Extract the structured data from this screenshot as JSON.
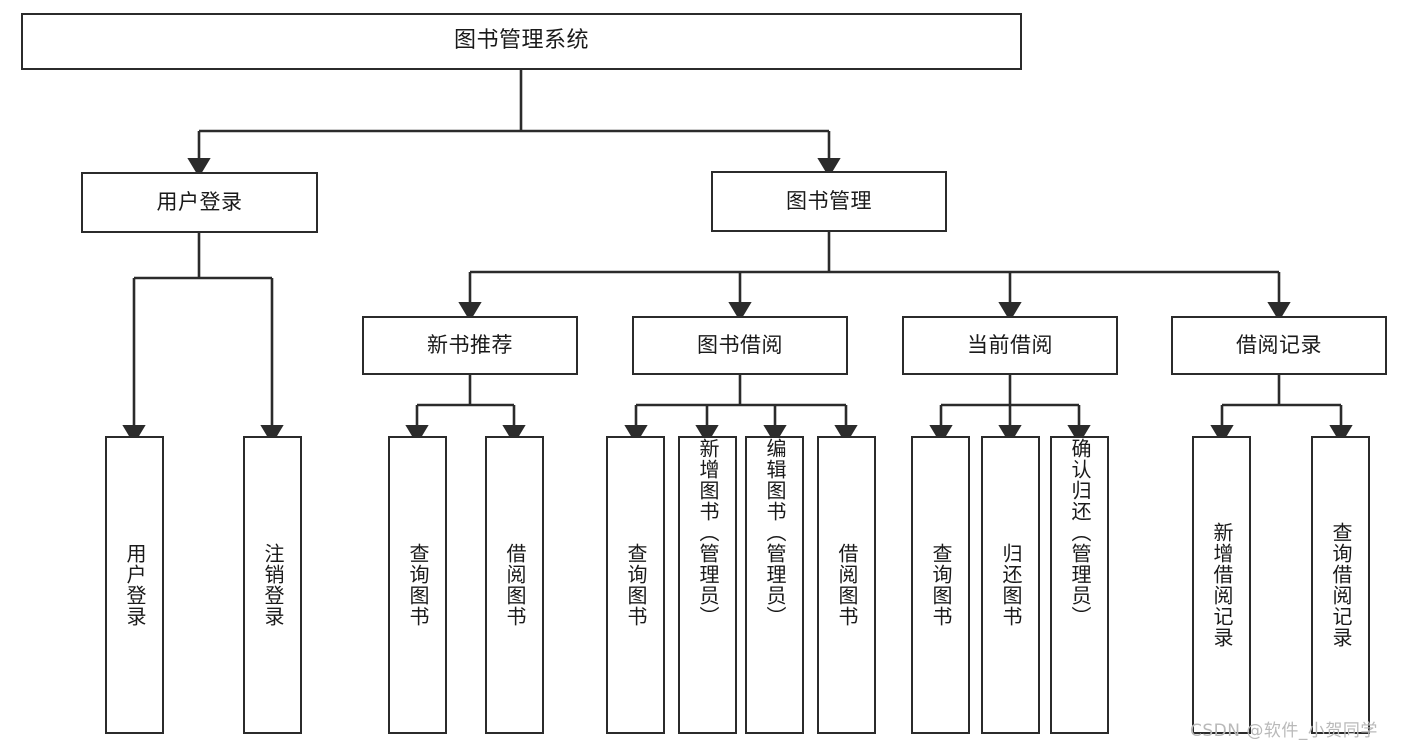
{
  "diagram": {
    "title": "图书管理系统",
    "type": "functional-structure-tree",
    "root": {
      "label": "图书管理系统"
    },
    "level2": [
      {
        "id": "user-login",
        "label": "用户登录"
      },
      {
        "id": "book-manage",
        "label": "图书管理"
      }
    ],
    "level3": [
      {
        "id": "new-book-recommend",
        "label": "新书推荐",
        "parent": "book-manage"
      },
      {
        "id": "book-borrow",
        "label": "图书借阅",
        "parent": "book-manage"
      },
      {
        "id": "current-borrow",
        "label": "当前借阅",
        "parent": "book-manage"
      },
      {
        "id": "borrow-record",
        "label": "借阅记录",
        "parent": "book-manage"
      }
    ],
    "leaves": [
      {
        "id": "leaf-user-login",
        "label": "用户登录",
        "parent": "user-login"
      },
      {
        "id": "leaf-user-logout",
        "label": "注销登录",
        "parent": "user-login"
      },
      {
        "id": "leaf-query-book-1",
        "label": "查询图书",
        "parent": "new-book-recommend"
      },
      {
        "id": "leaf-borrow-book-1",
        "label": "借阅图书",
        "parent": "new-book-recommend"
      },
      {
        "id": "leaf-query-book-2",
        "label": "查询图书",
        "parent": "book-borrow"
      },
      {
        "id": "leaf-add-book",
        "label": "新增图书（管理员）",
        "parent": "book-borrow"
      },
      {
        "id": "leaf-edit-book",
        "label": "编辑图书（管理员）",
        "parent": "book-borrow"
      },
      {
        "id": "leaf-borrow-book-2",
        "label": "借阅图书",
        "parent": "book-borrow"
      },
      {
        "id": "leaf-query-book-3",
        "label": "查询图书",
        "parent": "current-borrow"
      },
      {
        "id": "leaf-return-book",
        "label": "归还图书",
        "parent": "current-borrow"
      },
      {
        "id": "leaf-confirm-return",
        "label": "确认归还（管理员）",
        "parent": "current-borrow"
      },
      {
        "id": "leaf-add-record",
        "label": "新增借阅记录",
        "parent": "borrow-record"
      },
      {
        "id": "leaf-query-record",
        "label": "查询借阅记录",
        "parent": "borrow-record"
      }
    ],
    "watermark": "CSDN @软件_小贺同学",
    "colors": {
      "stroke": "#2b2b2b",
      "box_fill": "#ffffff",
      "text": "#1a1a1a",
      "watermark": "#b9b9b9",
      "background": "#ffffff"
    }
  }
}
